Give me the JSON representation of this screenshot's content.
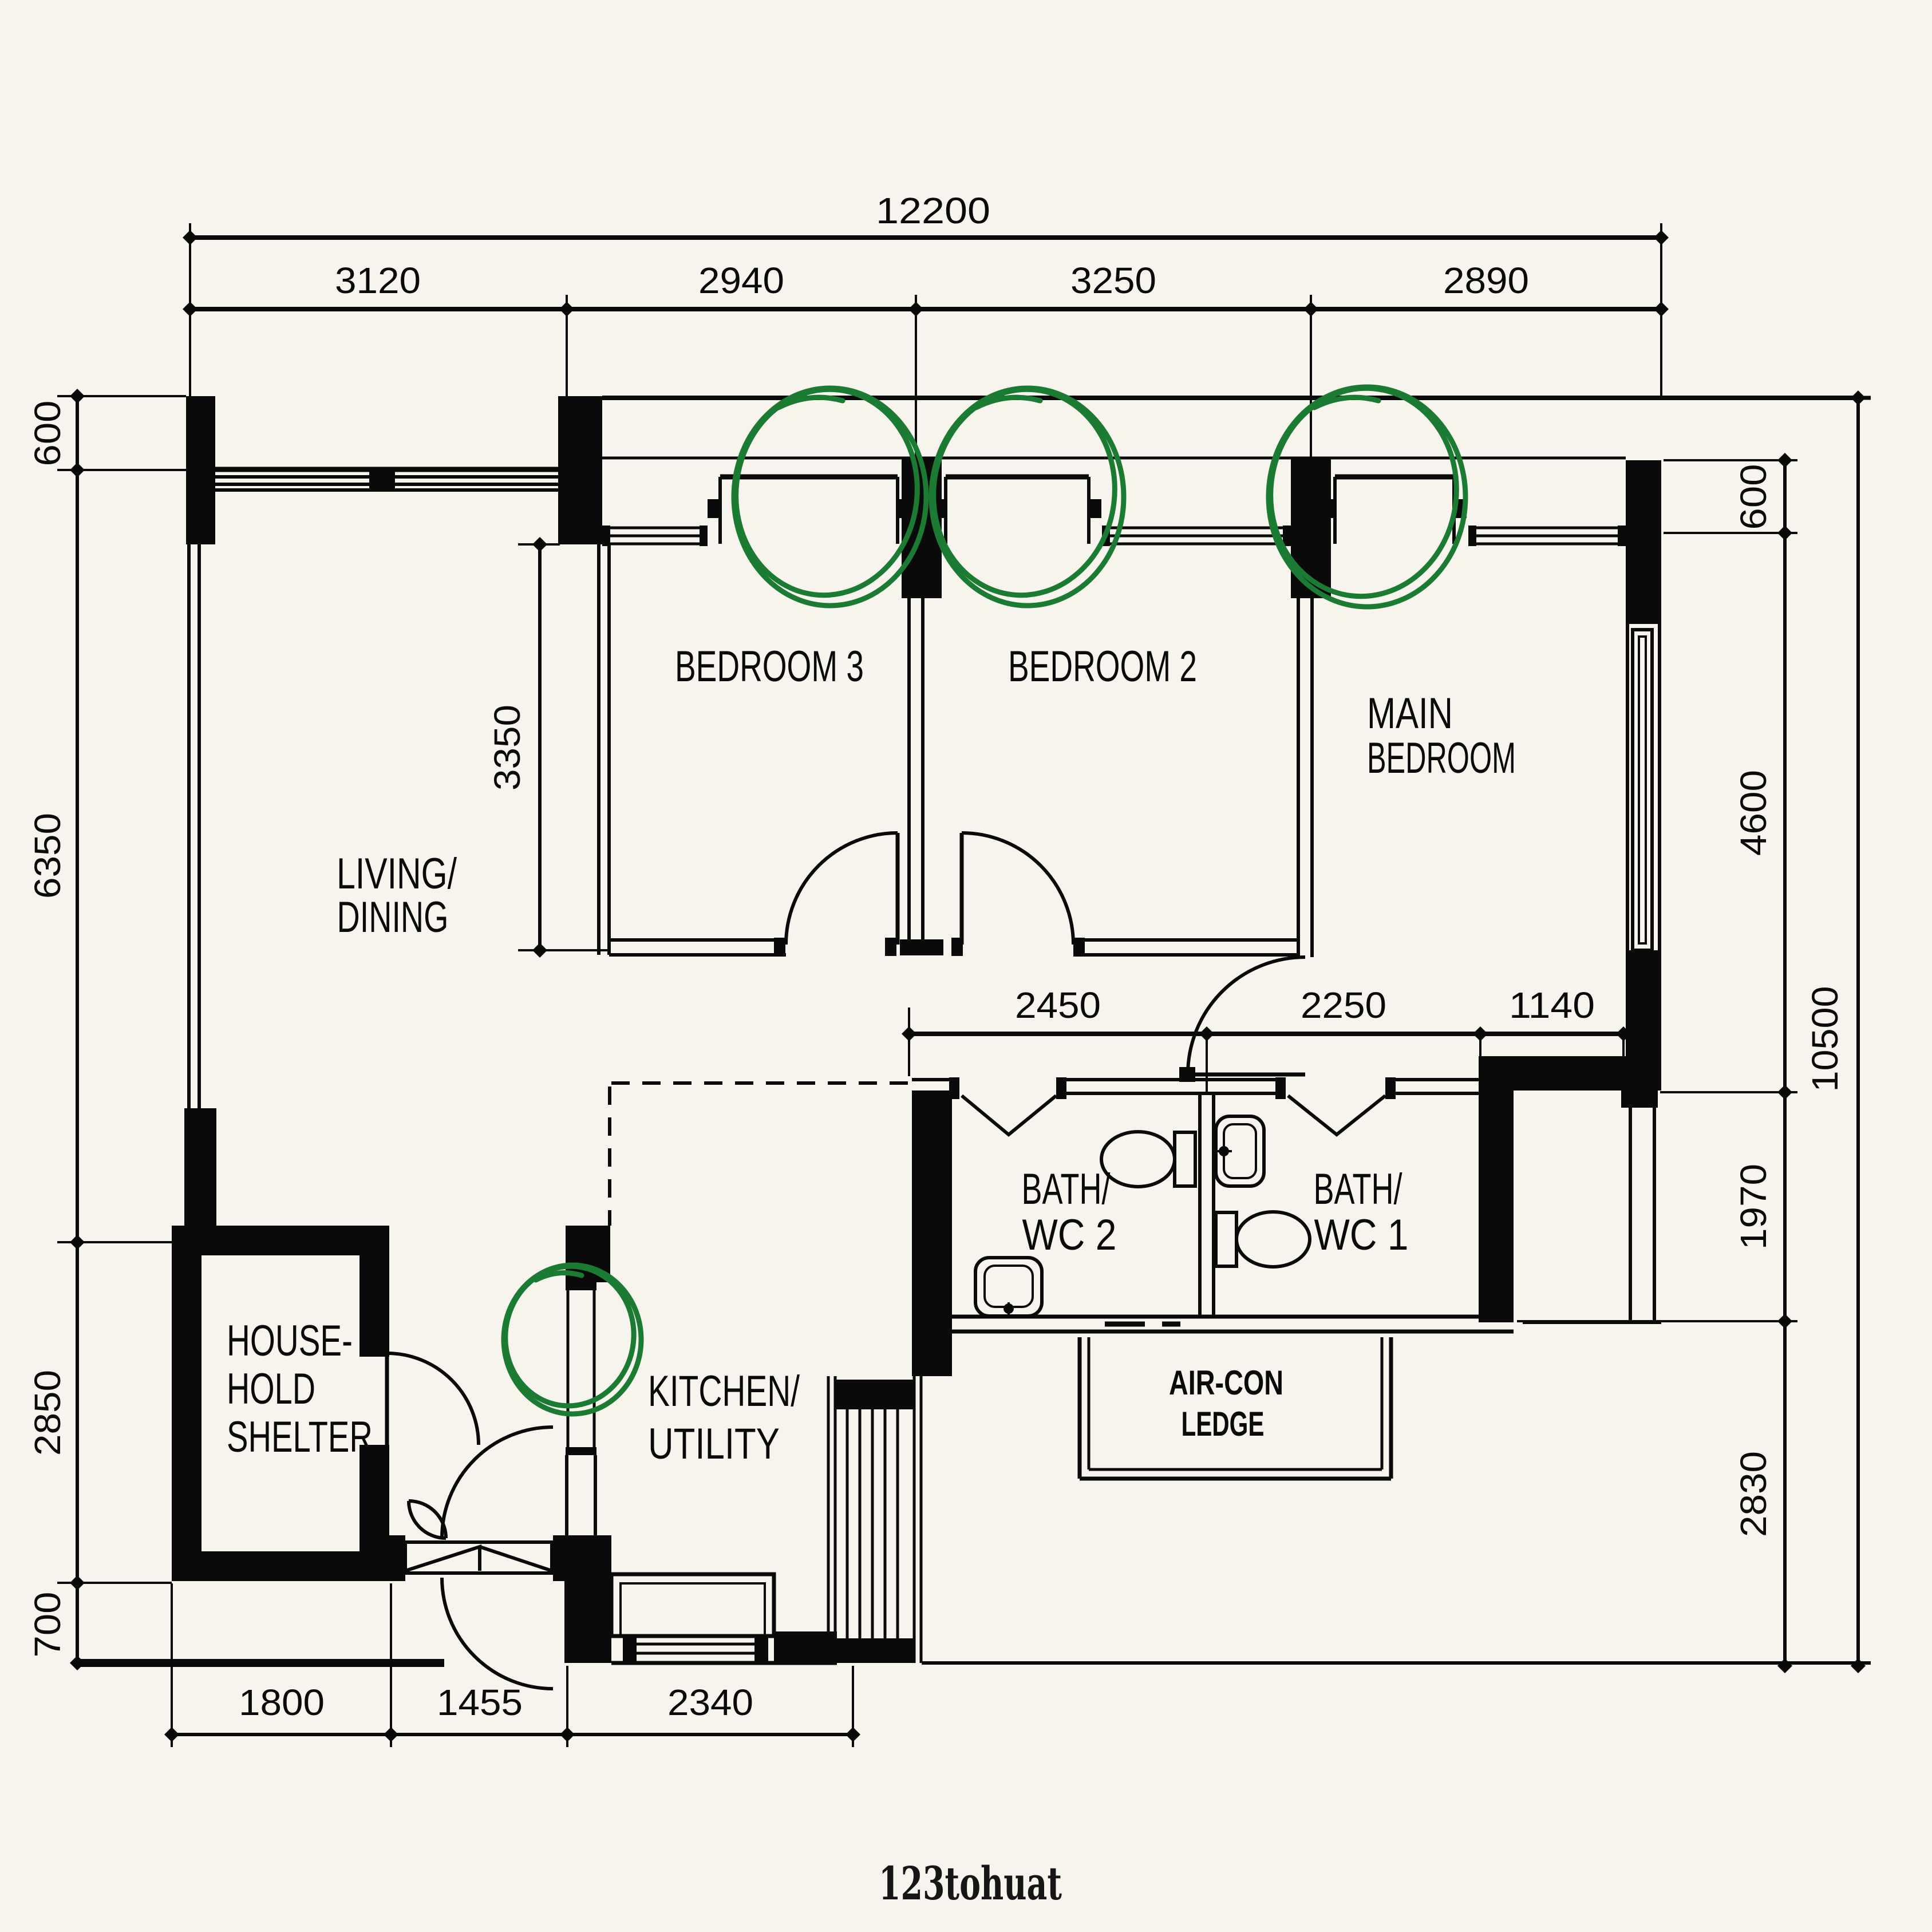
{
  "watermark": "123tohuat",
  "colors": {
    "paper": "#f6f4ec",
    "ink": "#0a0a0a",
    "annotation_green": "#1b7b33"
  },
  "rooms": {
    "living": {
      "line1": "LIVING/",
      "line2": "DINING"
    },
    "bedroom3": {
      "label": "BEDROOM 3"
    },
    "bedroom2": {
      "label": "BEDROOM 2"
    },
    "main_bedroom": {
      "line1": "MAIN",
      "line2": "BEDROOM"
    },
    "bath2": {
      "line1": "BATH/",
      "line2": "WC 2"
    },
    "bath1": {
      "line1": "BATH/",
      "line2": "WC 1"
    },
    "shelter": {
      "line1": "HOUSE-",
      "line2": "HOLD",
      "line3": "SHELTER"
    },
    "kitchen": {
      "line1": "KITCHEN/",
      "line2": "UTILITY"
    },
    "aircon": {
      "line1": "AIR-CON",
      "line2": "LEDGE"
    }
  },
  "dims": {
    "top_overall": "12200",
    "top_chain": [
      "3120",
      "2940",
      "3250",
      "2890"
    ],
    "left_chain": [
      "600",
      "6350",
      "2850",
      "700"
    ],
    "right_chain": [
      "600",
      "4600",
      "1970",
      "2830"
    ],
    "right_overall": "10500",
    "bottom_chain": [
      "1800",
      "1455",
      "2340"
    ],
    "bedroom3_depth": "3350",
    "hall_chain": [
      "2450",
      "2250",
      "1140"
    ]
  },
  "annotations": {
    "circled_windows": 4
  }
}
